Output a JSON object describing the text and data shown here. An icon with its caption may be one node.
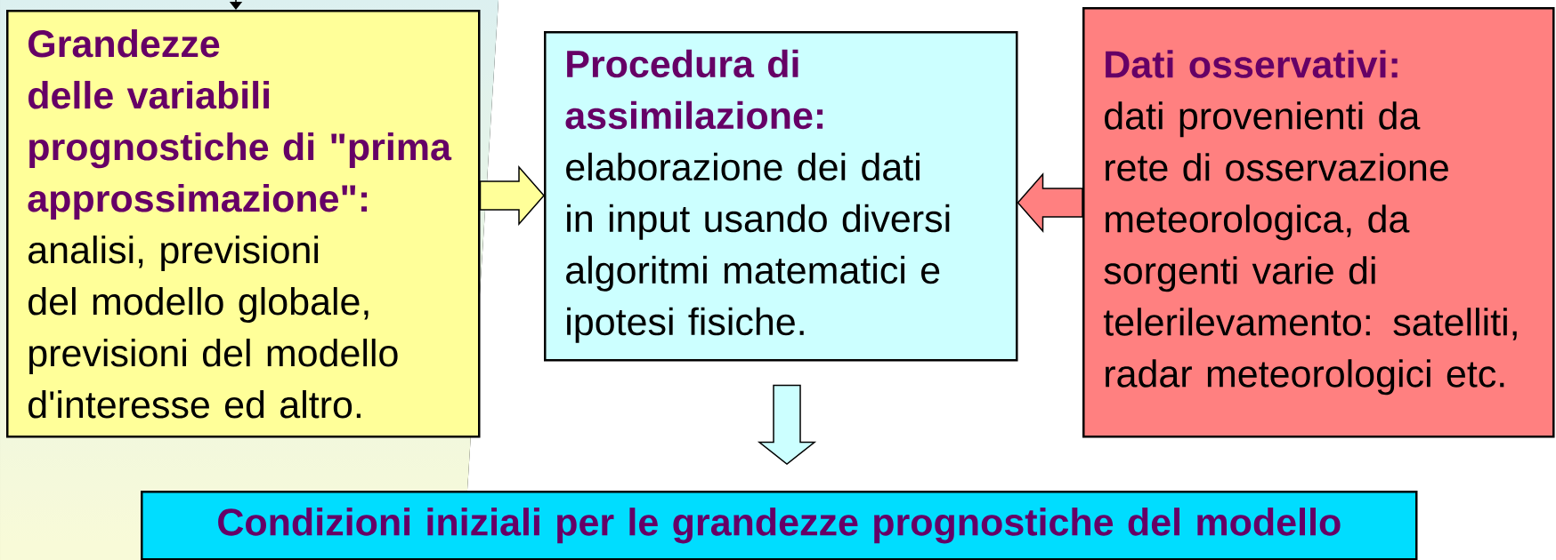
{
  "diagram": {
    "nodes": [
      {
        "text": [
          "Grandezze delle variabili prognostiche di \"prima approssimazione\":",
          "analisi, previsioni del modello globale, previsioni del modello d'interesse ed altro."
        ]
      },
      {
        "text": [
          "Procedura di assimilazione:",
          "elaborazione dei dati in input usando diversi algoritmi matematici e ipotesi fisiche."
        ]
      },
      {
        "text": [
          "Dati osservativi:",
          "dati provenienti da rete di osservazione meteorologica,  da sorgenti varie di telerilevamento: satelliti, radar meteorologici etc."
        ]
      },
      {
        "text": [
          "Condizioni iniziali per le grandezze prognostiche del modello"
        ]
      }
    ],
    "edges": [
      {
        "from": null,
        "to": 0,
        "arrow": "to"
      },
      {
        "from": 0,
        "to": 1,
        "arrow": "to",
        "style": "thick",
        "color": "#ffff99"
      },
      {
        "from": 2,
        "to": 1,
        "arrow": "to",
        "style": "thick",
        "color": "#ff8080"
      },
      {
        "from": 1,
        "to": 3,
        "arrow": "to",
        "style": "thick",
        "color": "#ccffff"
      }
    ]
  }
}
